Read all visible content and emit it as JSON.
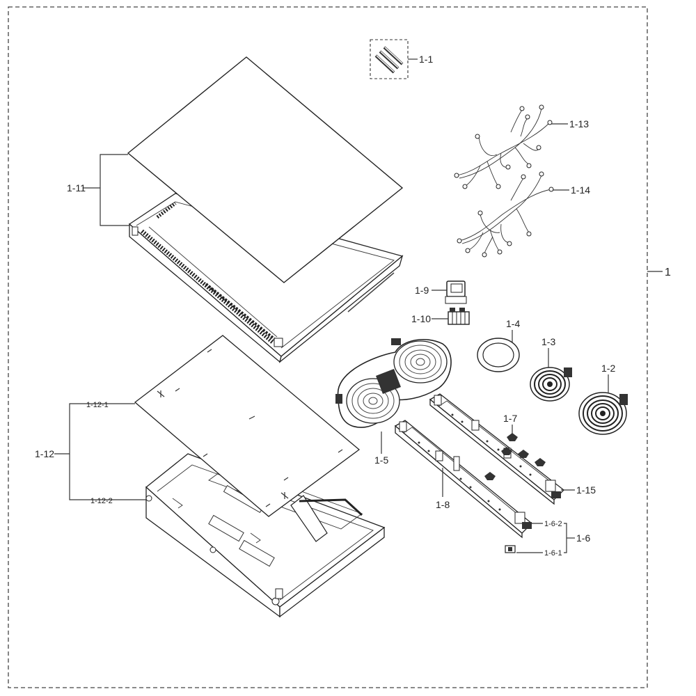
{
  "labels": {
    "assembly": "1",
    "p1_1": "1-1",
    "p1_2": "1-2",
    "p1_3": "1-3",
    "p1_4": "1-4",
    "p1_5": "1-5",
    "p1_6": "1-6",
    "p1_6_1": "1-6-1",
    "p1_6_2": "1-6-2",
    "p1_7": "1-7",
    "p1_8": "1-8",
    "p1_9": "1-9",
    "p1_10": "1-10",
    "p1_11": "1-11",
    "p1_12": "1-12",
    "p1_12_1": "1-12-1",
    "p1_12_2": "1-12-2",
    "p1_13": "1-13",
    "p1_14": "1-14",
    "p1_15": "1-15"
  },
  "colors": {
    "line": "#333333",
    "background": "#ffffff"
  }
}
